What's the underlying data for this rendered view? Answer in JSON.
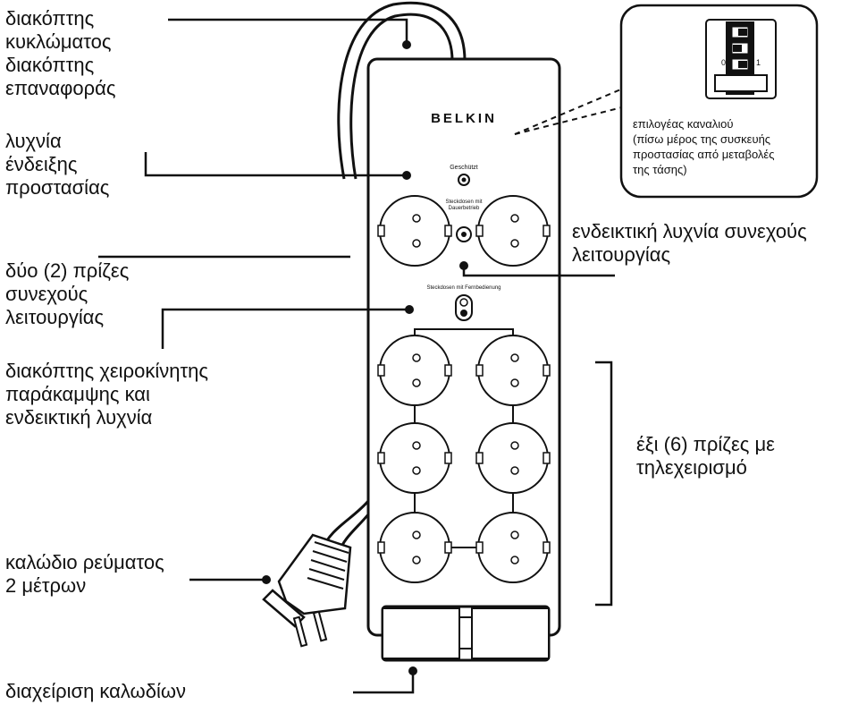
{
  "labels": {
    "circuit_breaker": "διακόπτης\nκυκλώματος\nδιακόπτης\nεπαναφοράς",
    "protection_lamp": "λυχνία\nένδειξης\nπροστασίας",
    "two_outlets": "δύο (2) πρίζες\nσυνεχούς\nλειτουργίας",
    "bypass_switch": "διακόπτης χειροκίνητης\nπαράκαμψης και\nενδεικτική λυχνία",
    "power_cord": "καλώδιο ρεύματος\n2 μέτρων",
    "cable_mgmt": "διαχείριση καλωδίων",
    "channel_selector": "επιλογέας καναλιού\n(πίσω μέρος της συσκευής\nπροστασίας από μεταβολές\nτης τάσης)",
    "continuous_lamp": "ενδεικτική λυχνία συνεχούς\nλειτουργίας",
    "six_outlets": "έξι (6) πρίζες με\nτηλεχειρισμό"
  },
  "device": {
    "brand": "BELKIN",
    "protected_text": "Geschützt",
    "continuous_text": "Steckdosen mit\nDauerbetrieb",
    "remote_text": "Steckdosen mit Fernbedienung",
    "selector_zero": "0",
    "selector_one": "1"
  }
}
